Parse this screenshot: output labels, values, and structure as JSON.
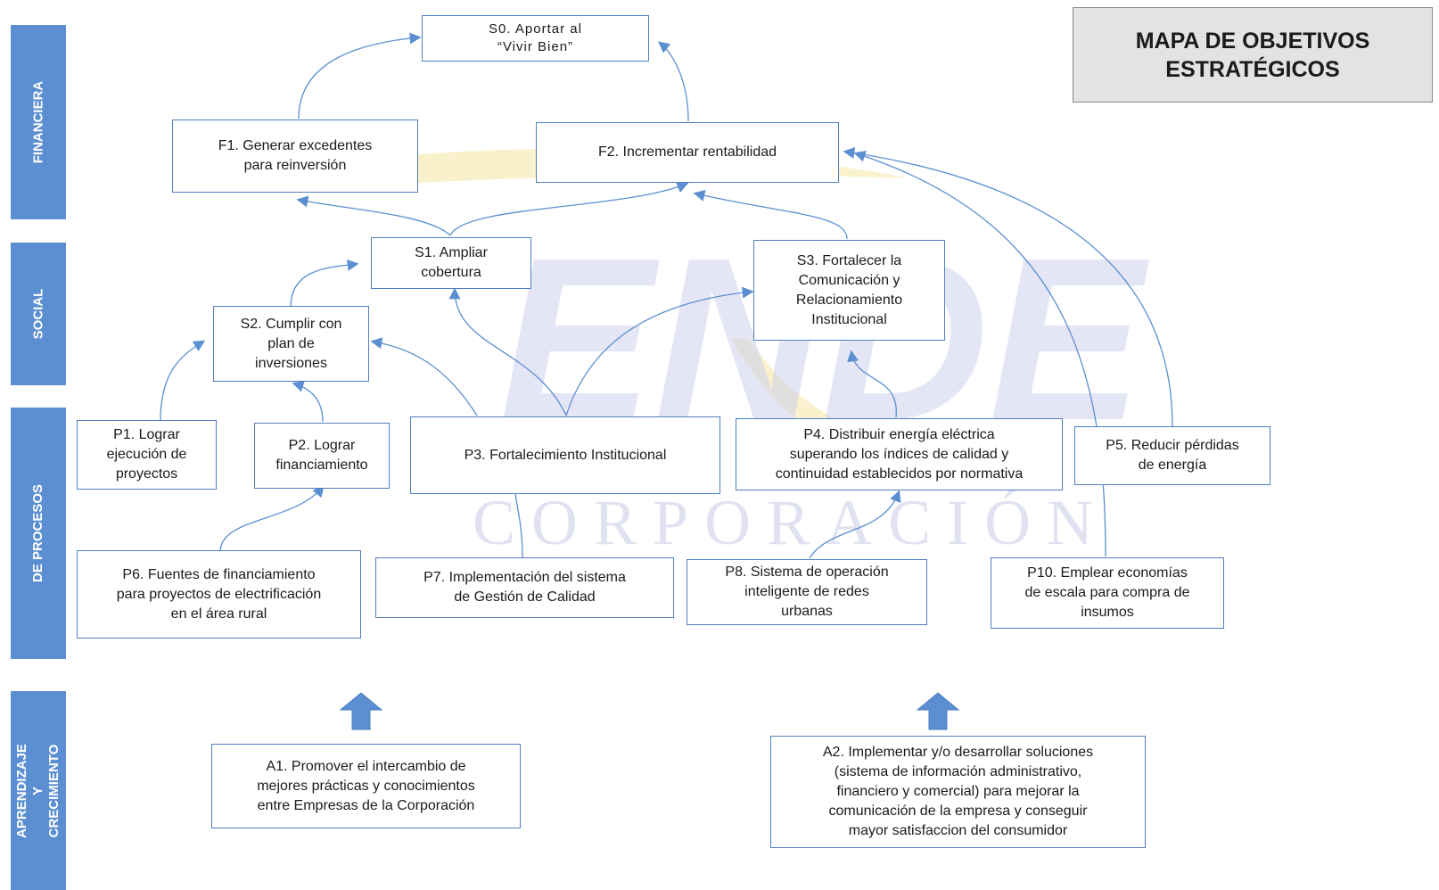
{
  "title": "MAPA DE OBJETIVOS\nESTRATÉGICOS",
  "watermark": {
    "logo": "ENDE",
    "subtitle": "CORPORACIÓN"
  },
  "perspectives": {
    "financiera": "FINANCIERA",
    "social": "SOCIAL",
    "procesos": "DE PROCESOS",
    "aprendizaje": "APRENDIZAJE Y\nCRECIMIENTO"
  },
  "objectives": {
    "s0": "S0. Aportar al\n“Vivir Bien”",
    "f1": "F1. Generar excedentes\npara reinversión",
    "f2": "F2. Incrementar rentabilidad",
    "s1": "S1. Ampliar\ncobertura",
    "s2": "S2. Cumplir con\nplan de\ninversiones",
    "s3": "S3. Fortalecer la\nComunicación y\nRelacionamiento\nInstitucional",
    "p1": "P1. Lograr\nejecución de\nproyectos",
    "p2": "P2. Lograr\nfinanciamiento",
    "p3": "P3. Fortalecimiento Institucional",
    "p4": "P4. Distribuir energía eléctrica\nsuperando los índices de calidad y\ncontinuidad establecidos por normativa",
    "p5": "P5. Reducir pérdidas\nde energía",
    "p6": "P6. Fuentes de financiamiento\npara proyectos de electrificación\nen el área rural",
    "p7": "P7. Implementación del sistema\nde Gestión de Calidad",
    "p8": "P8. Sistema de operación\ninteligente de redes\nurbanas",
    "p10": "P10. Emplear economías\nde escala para compra de\ninsumos",
    "a1": "A1. Promover el intercambio de\nmejores prácticas y conocimientos\nentre Empresas de la Corporación",
    "a2": "A2. Implementar y/o desarrollar soluciones\n(sistema de información administrativo,\nfinanciero y comercial) para mejorar la\ncomunicación de la empresa y conseguir\nmayor satisfaccion del consumidor"
  },
  "colors": {
    "band": "#5b8fd1",
    "border": "#4f7fbf",
    "arrow": "#5b8fd1",
    "title_bg": "#e3e3e3"
  }
}
